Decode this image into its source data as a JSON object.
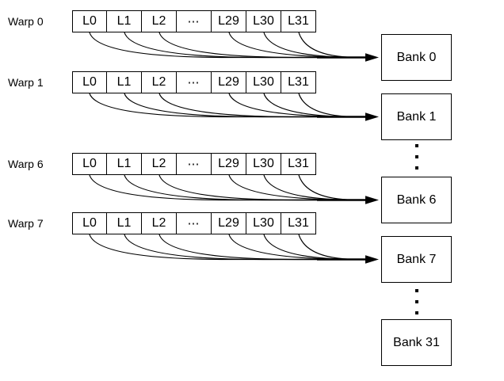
{
  "diagram": {
    "title": "warps-to-shared-memory-banks",
    "warps": [
      {
        "label": "Warp 0"
      },
      {
        "label": "Warp 1"
      },
      {
        "label": "Warp 6"
      },
      {
        "label": "Warp 7"
      }
    ],
    "lanes": [
      "L0",
      "L1",
      "L2",
      "⋯",
      "L29",
      "L30",
      "L31"
    ],
    "banks": [
      {
        "label": "Bank 0"
      },
      {
        "label": "Bank 1"
      },
      {
        "label": "Bank 6"
      },
      {
        "label": "Bank 7"
      },
      {
        "label": "Bank 31"
      }
    ],
    "colors": {
      "stroke": "#000000",
      "background": "#ffffff",
      "text": "#000000"
    }
  }
}
